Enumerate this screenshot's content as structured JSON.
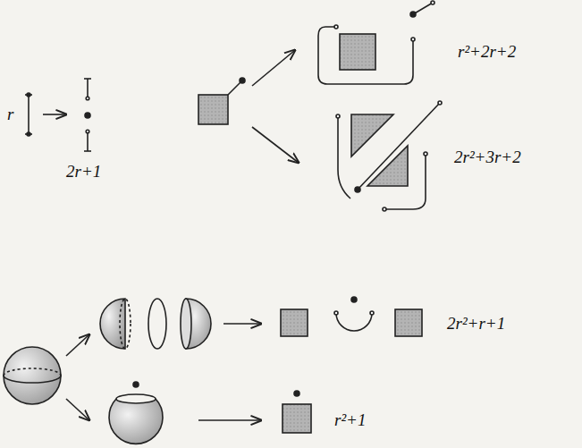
{
  "diagram": {
    "labels": [
      "r",
      "2r+1",
      "r²+2r+2",
      "2r²+3r+2",
      "2r²+r+1",
      "r²+1"
    ]
  }
}
